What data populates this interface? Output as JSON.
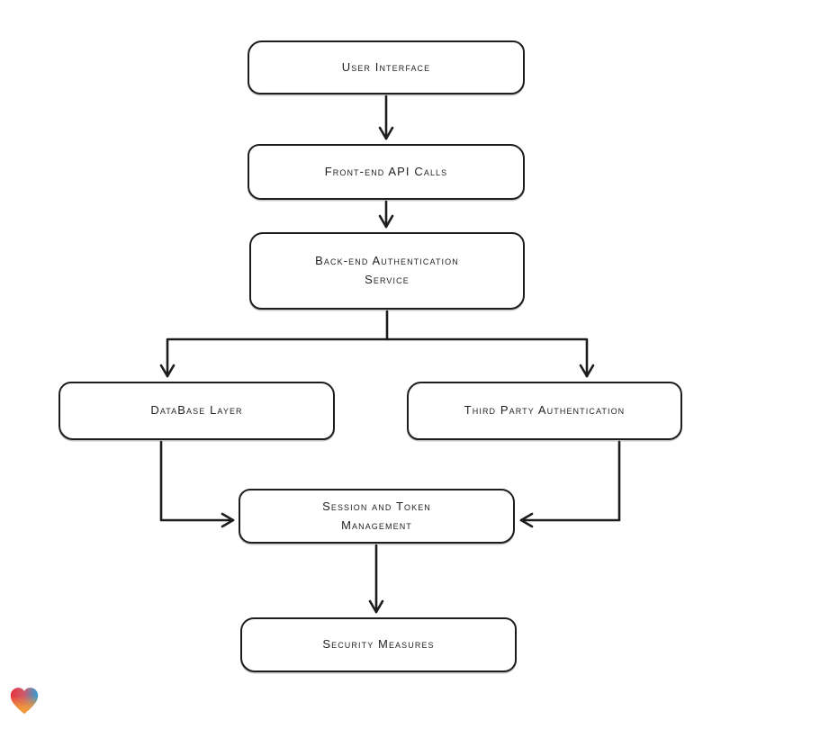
{
  "diagram": {
    "title": "",
    "nodes": [
      {
        "id": "user-interface",
        "label": "User Interface"
      },
      {
        "id": "front-end-api-calls",
        "label": "Front-end API Calls"
      },
      {
        "id": "back-end-authentication-service",
        "label": "Back-end Authentication\nService"
      },
      {
        "id": "database-layer",
        "label": "DataBase Layer"
      },
      {
        "id": "third-party-authentication",
        "label": "Third Party Authentication"
      },
      {
        "id": "session-and-token-management",
        "label": "Session and Token\nManagement"
      },
      {
        "id": "security-measures",
        "label": "Security Measures"
      }
    ],
    "edges": [
      {
        "from": "user-interface",
        "to": "front-end-api-calls"
      },
      {
        "from": "front-end-api-calls",
        "to": "back-end-authentication-service"
      },
      {
        "from": "back-end-authentication-service",
        "to": "database-layer"
      },
      {
        "from": "back-end-authentication-service",
        "to": "third-party-authentication"
      },
      {
        "from": "database-layer",
        "to": "session-and-token-management"
      },
      {
        "from": "third-party-authentication",
        "to": "session-and-token-management"
      },
      {
        "from": "session-and-token-management",
        "to": "security-measures"
      }
    ],
    "style": {
      "stroke_color": "#1d1d1f",
      "node_fill": "#ffffff",
      "background": "#ffffff"
    },
    "logo": {
      "icon": "heart-logo-icon",
      "colors": [
        "#e8323c",
        "#2f9fd6",
        "#f49d37"
      ]
    }
  }
}
